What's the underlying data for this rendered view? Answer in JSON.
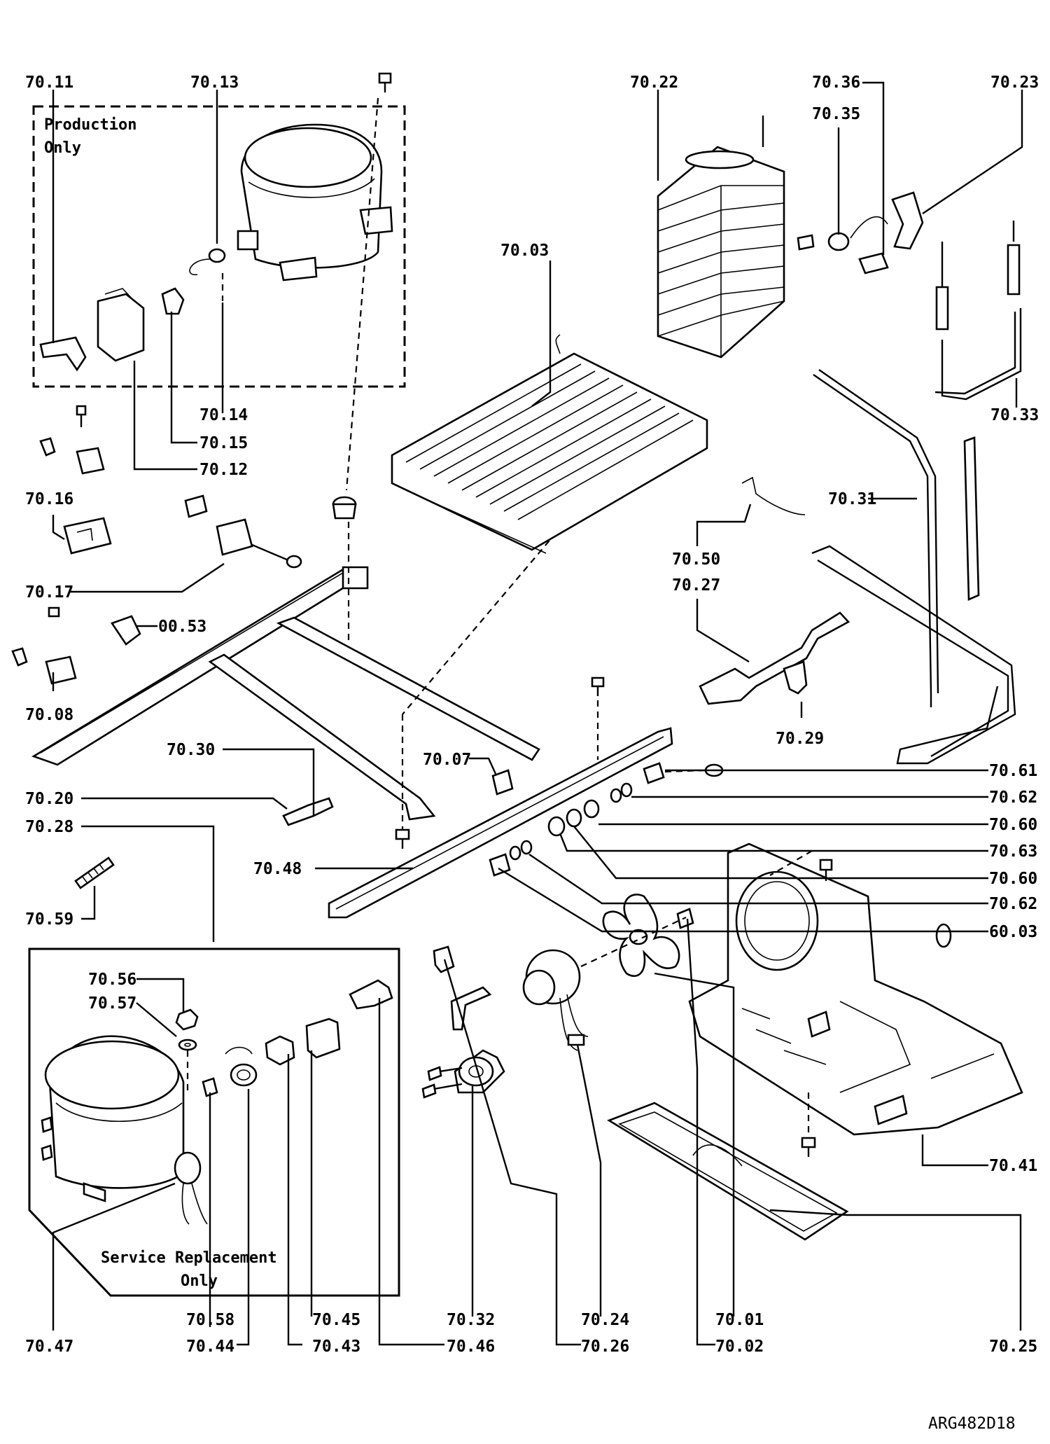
{
  "diagram": {
    "drawing_id": "ARG482D18",
    "box_notes": {
      "production": [
        "Production",
        "Only"
      ],
      "service": [
        "Service Replacement",
        "Only"
      ]
    },
    "callouts": [
      "70.11",
      "70.13",
      "70.22",
      "70.36",
      "70.35",
      "70.23",
      "70.03",
      "70.14",
      "70.15",
      "70.12",
      "70.33",
      "70.16",
      "70.31",
      "70.50",
      "70.27",
      "70.17",
      "00.53",
      "70.08",
      "70.29",
      "70.30",
      "70.07",
      "70.61",
      "70.20",
      "70.62",
      "70.28",
      "70.60",
      "70.63",
      "70.48",
      "70.60",
      "70.62",
      "70.59",
      "60.03",
      "70.56",
      "70.57",
      "70.41",
      "70.25",
      "70.47",
      "70.58",
      "70.44",
      "70.45",
      "70.43",
      "70.32",
      "70.46",
      "70.24",
      "70.26",
      "70.01",
      "70.02"
    ]
  }
}
